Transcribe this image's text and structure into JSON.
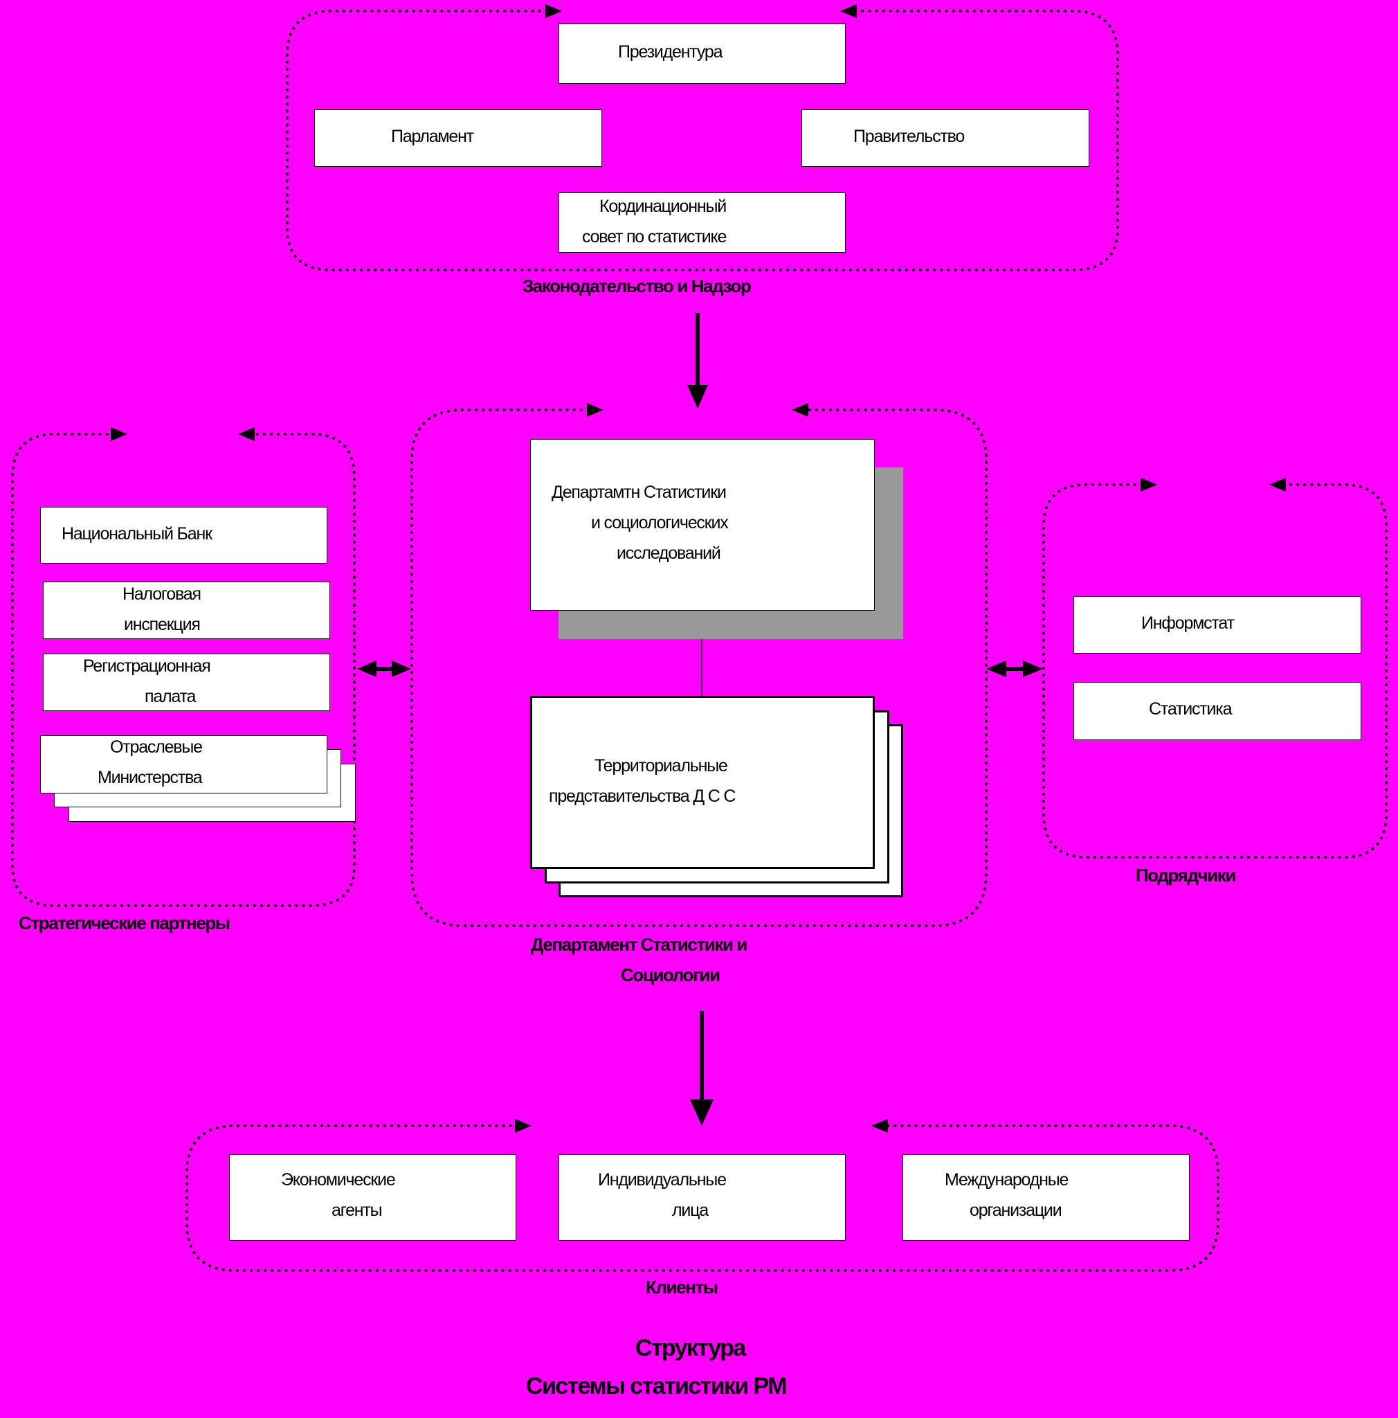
{
  "groups": {
    "legislation": {
      "label": "Законодательство и Надзор",
      "boxes": {
        "presidency": "Президентура",
        "parliament": "Парламент",
        "government": "Правительство",
        "council_line1": "Кординационный",
        "council_line2": "совет по статистике"
      }
    },
    "department": {
      "label_line1": "Департамент Статистики и",
      "label_line2": "Социологии",
      "boxes": {
        "dss_line1": "Департамтн Статистики",
        "dss_line2": "и социологических",
        "dss_line3": "исследований",
        "territorial_line1": "Территориальные",
        "territorial_line2": "представительства Д С С"
      }
    },
    "partners": {
      "label": "Стратегические партнеры",
      "boxes": {
        "national_bank": "Национальный Банк",
        "tax_line1": "Налоговая",
        "tax_line2": "инспекция",
        "registration_line1": "Регистрационная",
        "registration_line2": "палата",
        "ministries_line1": "Отраслевые",
        "ministries_line2": "Министерства"
      }
    },
    "contractors": {
      "label": "Подрядчики",
      "boxes": {
        "informstat": "Информстат",
        "statistica": "Статистика"
      }
    },
    "clients": {
      "label": "Клиенты",
      "boxes": {
        "economic_line1": "Экономические",
        "economic_line2": "агенты",
        "individuals_line1": "Индивидуальные",
        "individuals_line2": "лица",
        "international_line1": "Международные",
        "international_line2": "организации"
      }
    }
  },
  "caption": {
    "line1": "Структура",
    "line2": "Системы статистики РМ"
  },
  "colors": {
    "background": "#ff00ff",
    "box_fill": "#ffffff",
    "shadow": "#999999",
    "stroke": "#000000"
  }
}
